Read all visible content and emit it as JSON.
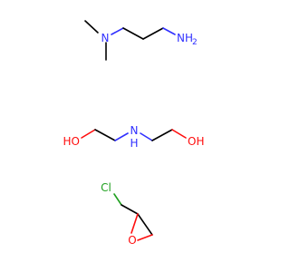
{
  "colors": {
    "carbon_bond": "#000000",
    "nitrogen": "#3030ff",
    "oxygen": "#ff0d0d",
    "chlorine": "#1fa01f",
    "background": "#ffffff"
  },
  "molecules": [
    {
      "atoms": {
        "amine_n": "N",
        "amino_group": "NH",
        "amino_h2": "2"
      }
    },
    {
      "atoms": {
        "hydroxyl_left": "HO",
        "amine_nh": "N",
        "amine_h": "H",
        "hydroxyl_right": "OH"
      }
    },
    {
      "atoms": {
        "chlorine": "Cl",
        "ring_oxygen": "O"
      }
    }
  ]
}
